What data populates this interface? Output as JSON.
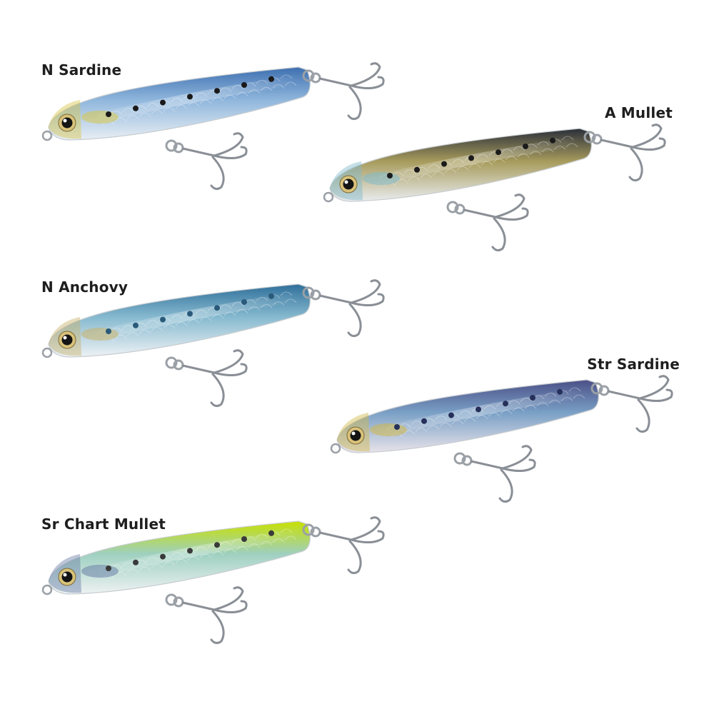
{
  "lures": [
    {
      "name": "N Sardine",
      "label_side": "left",
      "colors": {
        "back": "#3d6fb0",
        "mid": "#8fb6dc",
        "belly": "#e8eef4",
        "accent": "#d6c64a",
        "spots": "#1a1a1a"
      }
    },
    {
      "name": "A Mullet",
      "label_side": "right",
      "colors": {
        "back": "#2a2f3a",
        "mid": "#a79b5c",
        "belly": "#e9ecef",
        "accent": "#7fb9c9",
        "spots": "#1b1b1b"
      }
    },
    {
      "name": "N Anchovy",
      "label_side": "left",
      "colors": {
        "back": "#2f6f9a",
        "mid": "#86b9cf",
        "belly": "#eef2f5",
        "accent": "#c8b26a",
        "spots": "#2a5a7a"
      }
    },
    {
      "name": "Str Sardine",
      "label_side": "right",
      "colors": {
        "back": "#4a4f86",
        "mid": "#7aa0c6",
        "belly": "#e8e3ea",
        "accent": "#d0b84a",
        "spots": "#26305a"
      }
    },
    {
      "name": "Sr Chart Mullet",
      "label_side": "left",
      "colors": {
        "back": "#c8e000",
        "mid": "#9ed0c0",
        "belly": "#eef2f3",
        "accent": "#6a7fa8",
        "spots": "#3a3a3a"
      }
    }
  ]
}
